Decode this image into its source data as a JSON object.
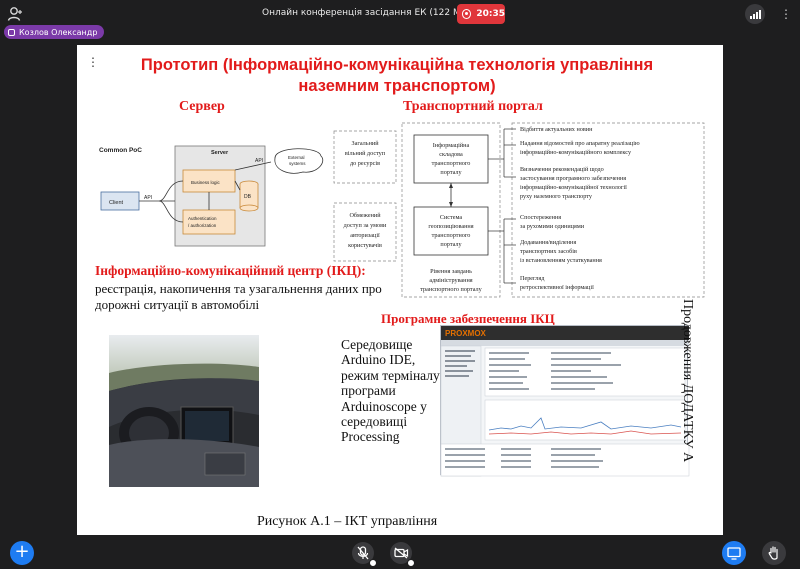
{
  "meeting": {
    "title": "Онлайн конференція засідання ЕК (122 Маг)...",
    "recording_timer": "20:35",
    "speaker_name": "Козлов Олександр"
  },
  "icons": {
    "participants": "person-icon",
    "recording": "record-icon",
    "signal": "signal-bars-icon",
    "more": "more-vertical-icon",
    "add": "plus-icon",
    "mic": "mic-muted-icon",
    "camera": "camera-off-icon",
    "share": "screen-share-icon",
    "hand": "raise-hand-icon"
  },
  "colors": {
    "accent_blue": "#1e7cf2",
    "record_red": "#e0363b",
    "speaker_badge": "#7b3aa8",
    "slide_heading_red": "#e21b1b"
  },
  "slide": {
    "menu_glyph": "⋮",
    "title": "Прототип (Інформаційно-комунікаційна технологія управління наземним транспортом)",
    "server_heading": "Сервер",
    "portal_heading": "Транспортний портал",
    "ikc_heading": "Інформаційно-комунікаційний центр (ІКЦ):",
    "ikc_description": "реєстрація, накопичення та узагальнення даних про дорожні ситуації в автомобілі",
    "software_heading": "Програмне забезпечення ІКЦ",
    "arduino_text": "Середовище Arduino IDE, режим терміналу програми Arduinoscope у середовищі Processing",
    "vertical_note": "Продовження ДОДАТКУ А",
    "caption": "Рисунок А.1 – ІКТ управління",
    "poc": {
      "title": "Common PoC",
      "server_label": "Server",
      "client_label": "Client",
      "api_left": "API",
      "api_top": "API",
      "business_logic": "Business logic",
      "auth_line1": "Authentication",
      "auth_line2": "/ authorization",
      "db": "DB",
      "external_line1": "External",
      "external_line2": "systems"
    },
    "portal": {
      "left_top": [
        "Загальний",
        "вільний доступ",
        "до ресурсів"
      ],
      "left_bottom": [
        "Обмежений",
        "доступ за умови",
        "авторизації",
        "користувачів"
      ],
      "center_top": [
        "Інформаційна",
        "складова",
        "транспортного",
        "порталу"
      ],
      "center_bottom": [
        "Система",
        "геопозиціювання",
        "транспортного",
        "порталу"
      ],
      "center_footer": [
        "Рівення завдань",
        "адміністрування",
        "транспортного порталу"
      ],
      "right_items": [
        [
          "Відбиття актуальних новин"
        ],
        [
          "Надання відомостей про апаратну реалізацію",
          "інформаційно-комунікаційного комплексу"
        ],
        [
          "Визначення рекомендацій щодо",
          "застосування програмного забезпечення",
          "інформаційно-комунікаційної технології",
          "руху наземного транспорту"
        ],
        [
          "Спостереження",
          "за рухомими одиницями"
        ],
        [
          "Додавання/виділення",
          "транспортних засобів",
          "із встановленням устаткування"
        ],
        [
          "Перегляд",
          "ретроспективної інформації"
        ]
      ]
    },
    "proxmox": {
      "logo": "PROXMOX"
    }
  }
}
